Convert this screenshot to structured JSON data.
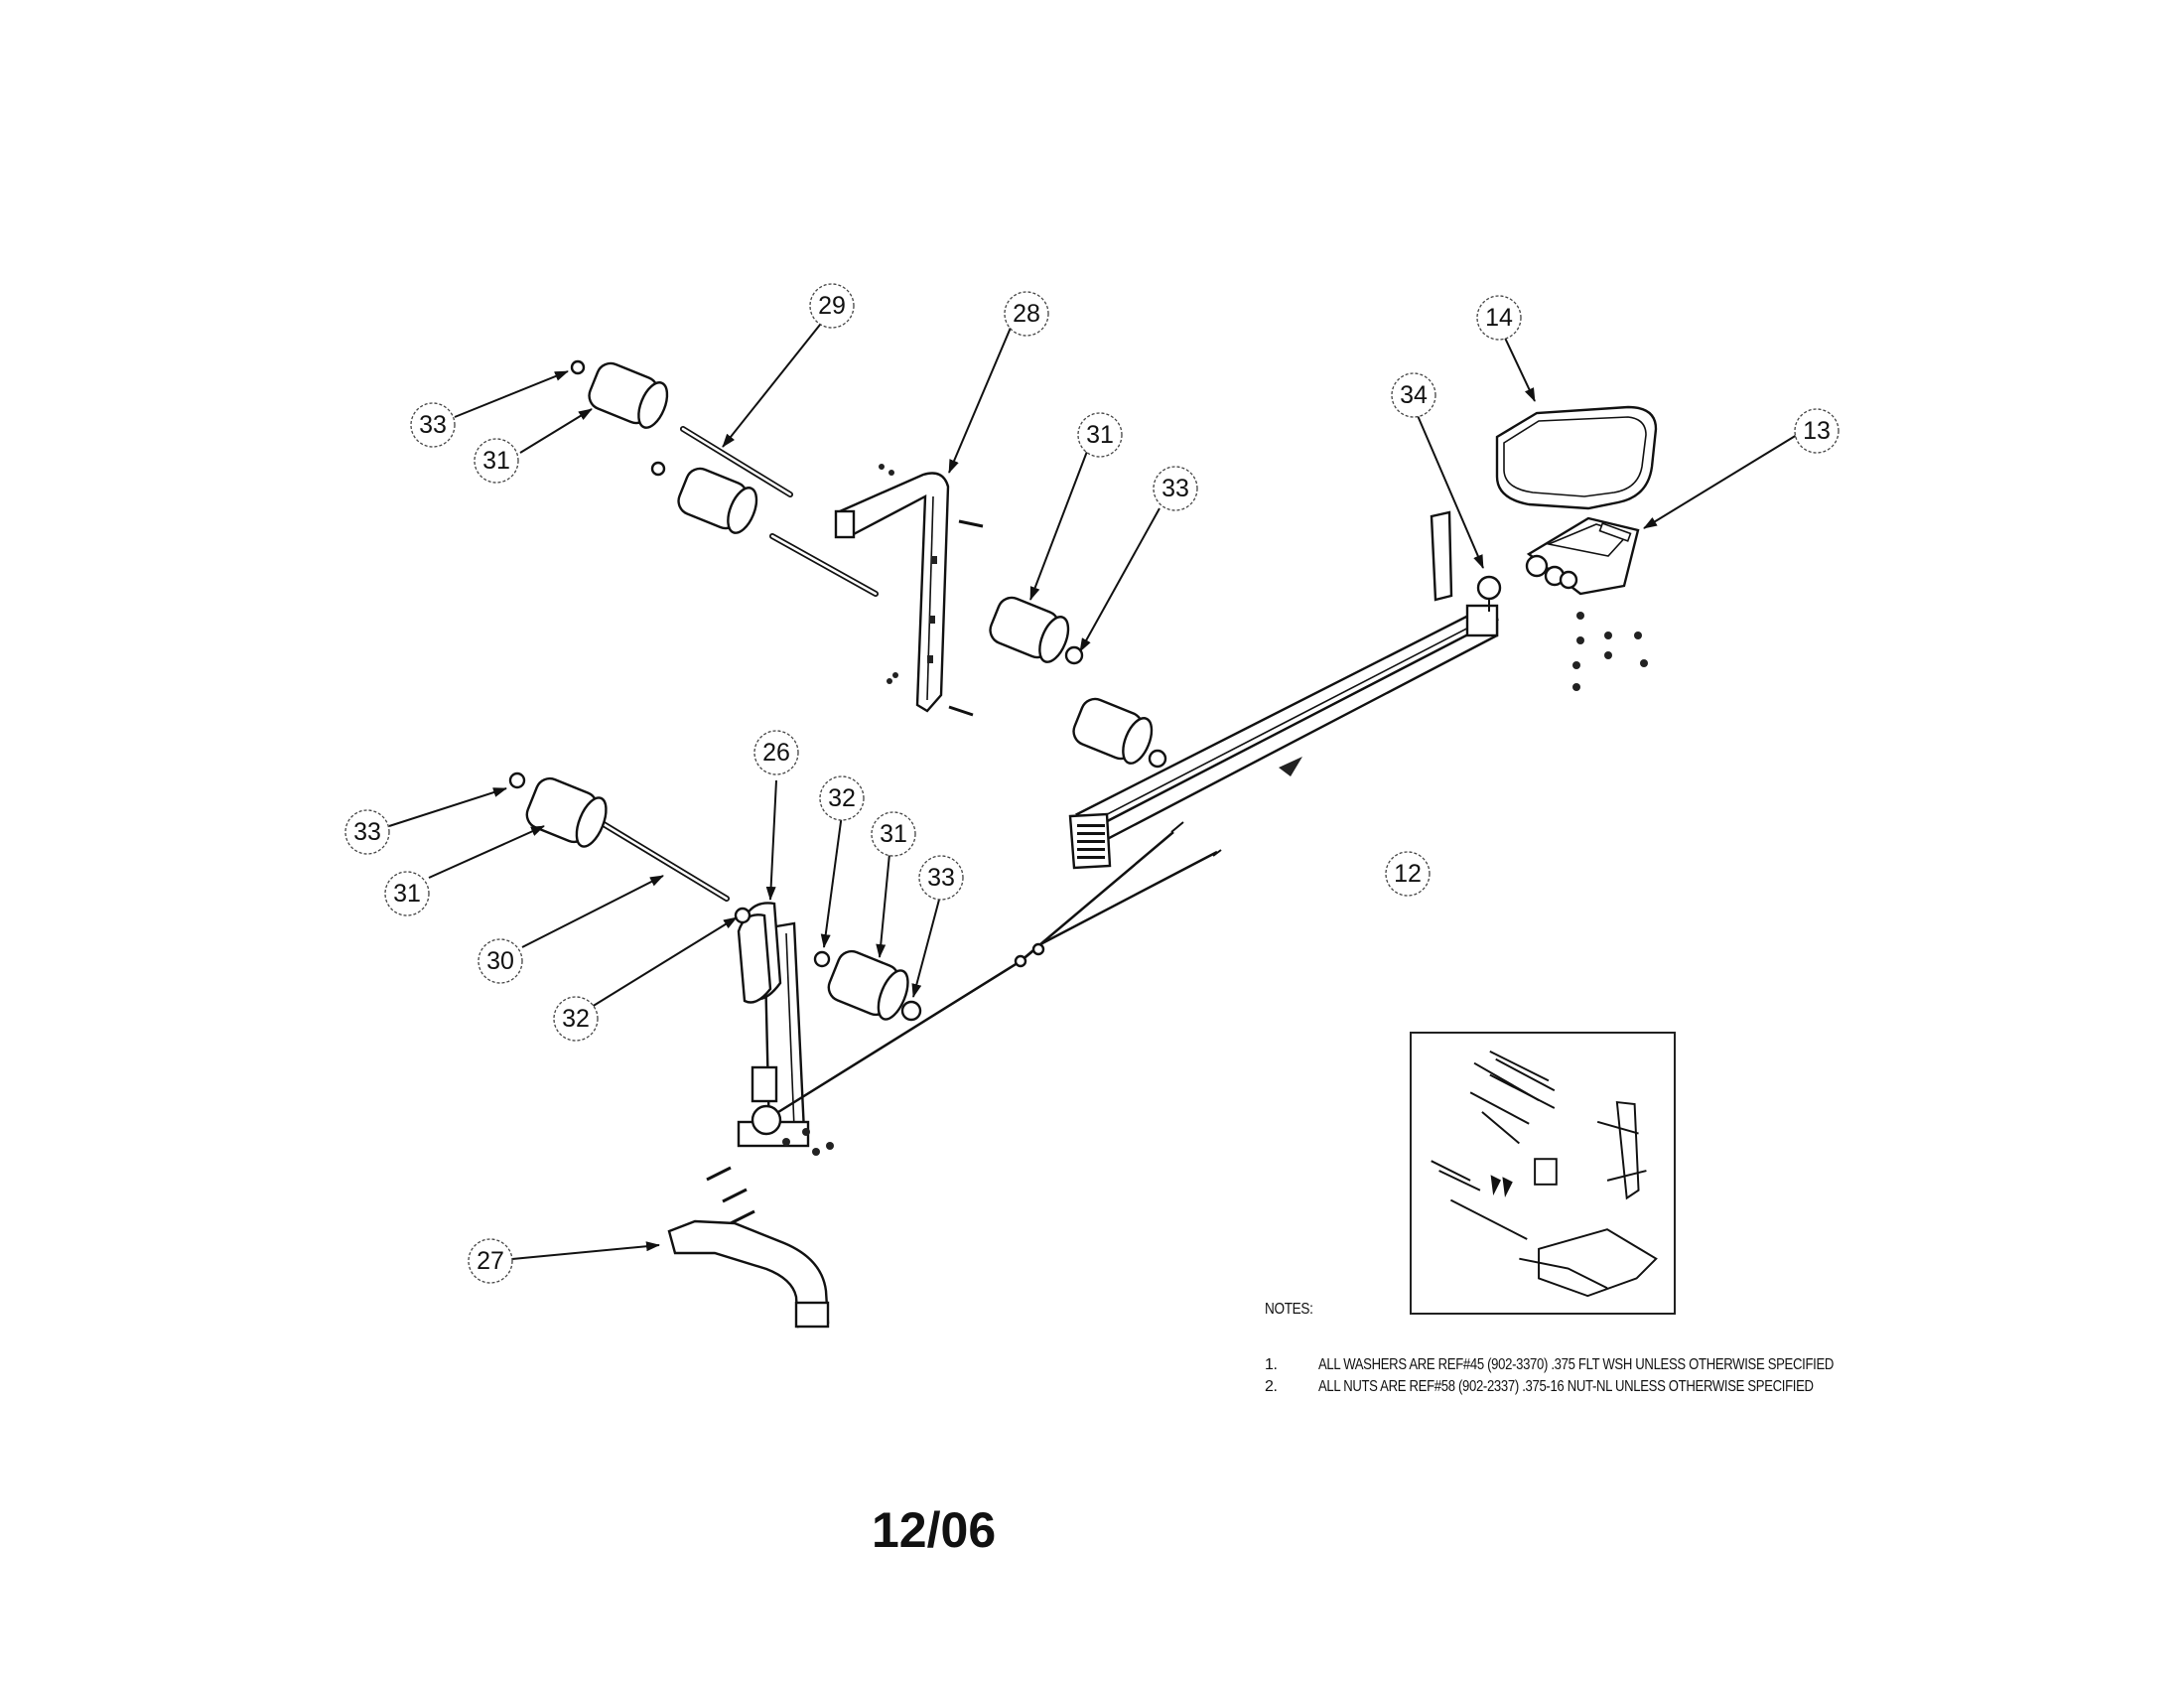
{
  "callouts": [
    {
      "id": "c29",
      "label": "29"
    },
    {
      "id": "c28",
      "label": "28"
    },
    {
      "id": "c14",
      "label": "14"
    },
    {
      "id": "c34",
      "label": "34"
    },
    {
      "id": "c13",
      "label": "13"
    },
    {
      "id": "c33a",
      "label": "33"
    },
    {
      "id": "c31a",
      "label": "31"
    },
    {
      "id": "c31b",
      "label": "31"
    },
    {
      "id": "c33b",
      "label": "33"
    },
    {
      "id": "c26",
      "label": "26"
    },
    {
      "id": "c32a",
      "label": "32"
    },
    {
      "id": "c31c",
      "label": "31"
    },
    {
      "id": "c33c",
      "label": "33"
    },
    {
      "id": "c33d",
      "label": "33"
    },
    {
      "id": "c31d",
      "label": "31"
    },
    {
      "id": "c30",
      "label": "30"
    },
    {
      "id": "c32b",
      "label": "32"
    },
    {
      "id": "c12",
      "label": "12"
    },
    {
      "id": "c27",
      "label": "27"
    }
  ],
  "notes": {
    "title": "NOTES:",
    "items": [
      {
        "num": "1.",
        "text": "ALL WASHERS ARE REF#45 (902-3370) .375 FLT WSH UNLESS OTHERWISE SPECIFIED"
      },
      {
        "num": "2.",
        "text": "ALL NUTS ARE REF#58 (902-2337) .375-16 NUT-NL UNLESS OTHERWISE SPECIFIED"
      }
    ]
  },
  "date_code": "12/06"
}
